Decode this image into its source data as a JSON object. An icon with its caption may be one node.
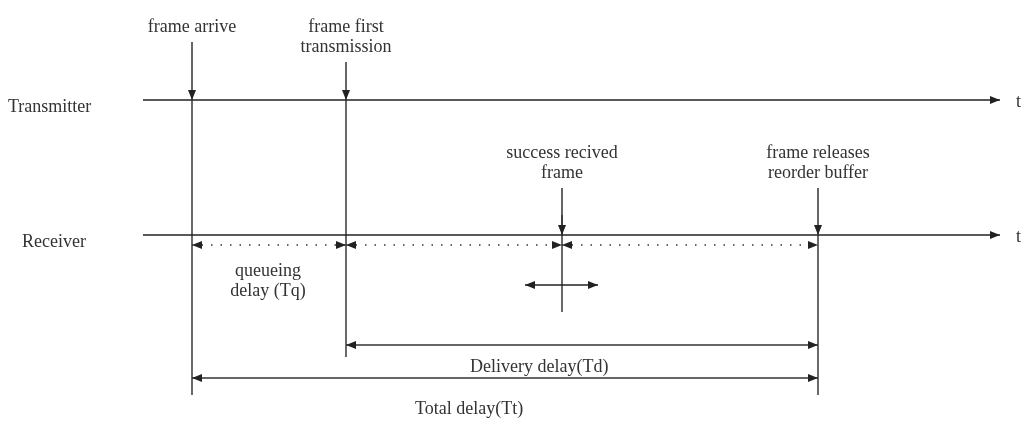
{
  "diagram": {
    "nodes": [
      {
        "text": [
          "frame arrive"
        ]
      },
      {
        "text": [
          "frame first transmission"
        ]
      },
      {
        "text": [
          "success recived frame"
        ]
      },
      {
        "text": [
          "frame releases reorder buffer"
        ]
      }
    ],
    "edges": [
      {
        "from": 0,
        "to": null,
        "arrow": "to"
      },
      {
        "from": 1,
        "to": null,
        "arrow": "to"
      },
      {
        "from": 2,
        "to": null,
        "arrow": "to"
      },
      {
        "from": 3,
        "to": null,
        "arrow": "to"
      }
    ],
    "labels": [
      "Transmitter",
      "t",
      "Receiver",
      "t",
      "queueing delay (Tq)",
      "Delivery delay(Td)",
      "Total delay(Tt)"
    ]
  }
}
